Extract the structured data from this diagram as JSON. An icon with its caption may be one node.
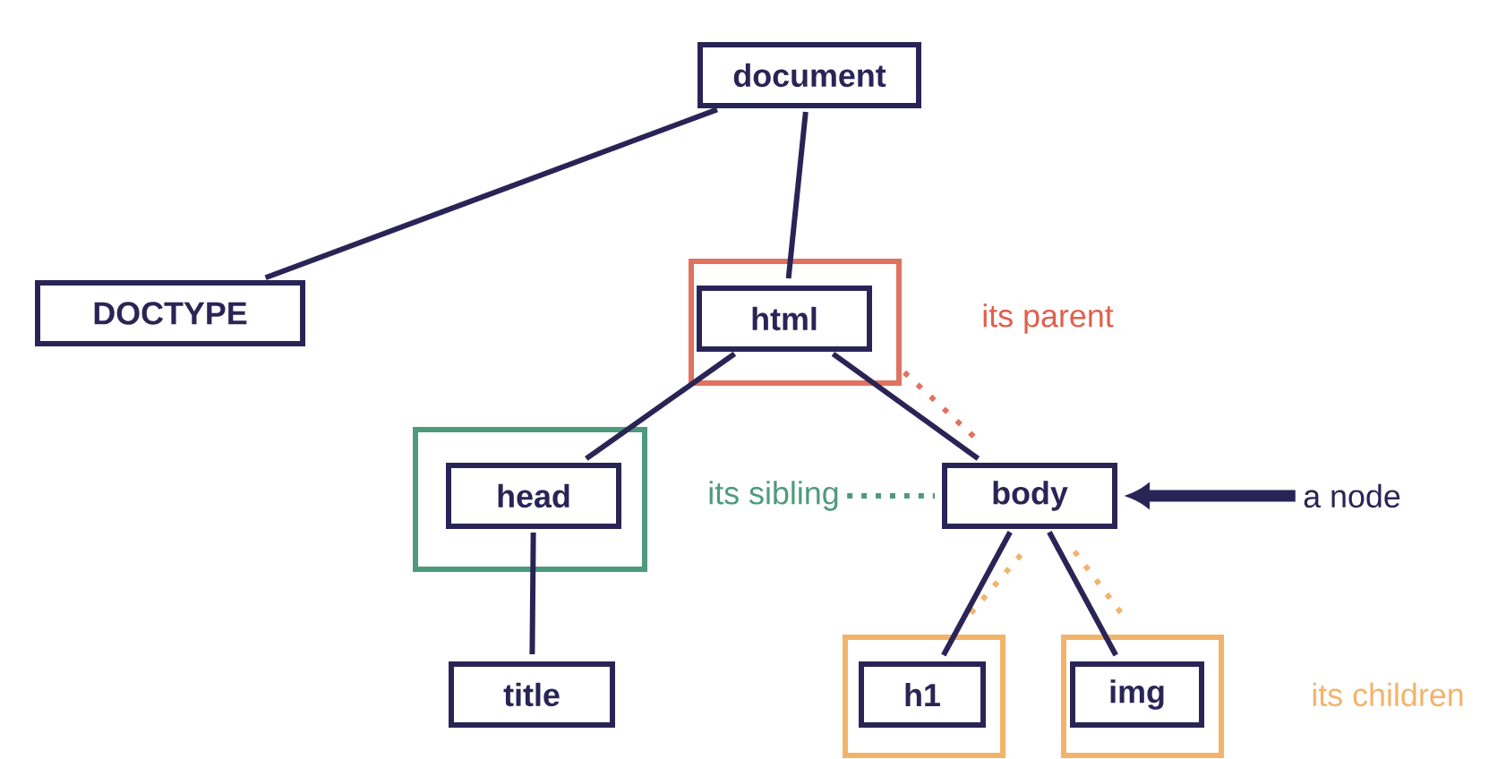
{
  "diagram": {
    "nodes": [
      {
        "text": [
          "document"
        ]
      },
      {
        "text": [
          "DOCTYPE"
        ]
      },
      {
        "text": [
          "html"
        ]
      },
      {
        "text": [
          "head"
        ]
      },
      {
        "text": [
          "body"
        ]
      },
      {
        "text": [
          "title"
        ]
      },
      {
        "text": [
          "h1"
        ]
      },
      {
        "text": [
          "img"
        ]
      },
      {
        "text": [
          "a node"
        ]
      },
      {
        "text": [
          "its sibling"
        ]
      }
    ],
    "edges": [
      {
        "from": 0,
        "to": 1,
        "arrow": "none"
      },
      {
        "from": 0,
        "to": 2,
        "arrow": "none"
      },
      {
        "from": 2,
        "to": 3,
        "arrow": "none"
      },
      {
        "from": 2,
        "to": 4,
        "arrow": "none"
      },
      {
        "from": 3,
        "to": 5,
        "arrow": "none"
      },
      {
        "from": 4,
        "to": 6,
        "arrow": "none"
      },
      {
        "from": 4,
        "to": 7,
        "arrow": "none"
      },
      {
        "from": 8,
        "to": 4,
        "arrow": "to",
        "style": "thick"
      },
      {
        "from": 9,
        "to": 4,
        "arrow": "none",
        "style": "dashed",
        "color": "#4e9a7c"
      }
    ],
    "labels": [
      "its parent",
      "its children"
    ]
  }
}
